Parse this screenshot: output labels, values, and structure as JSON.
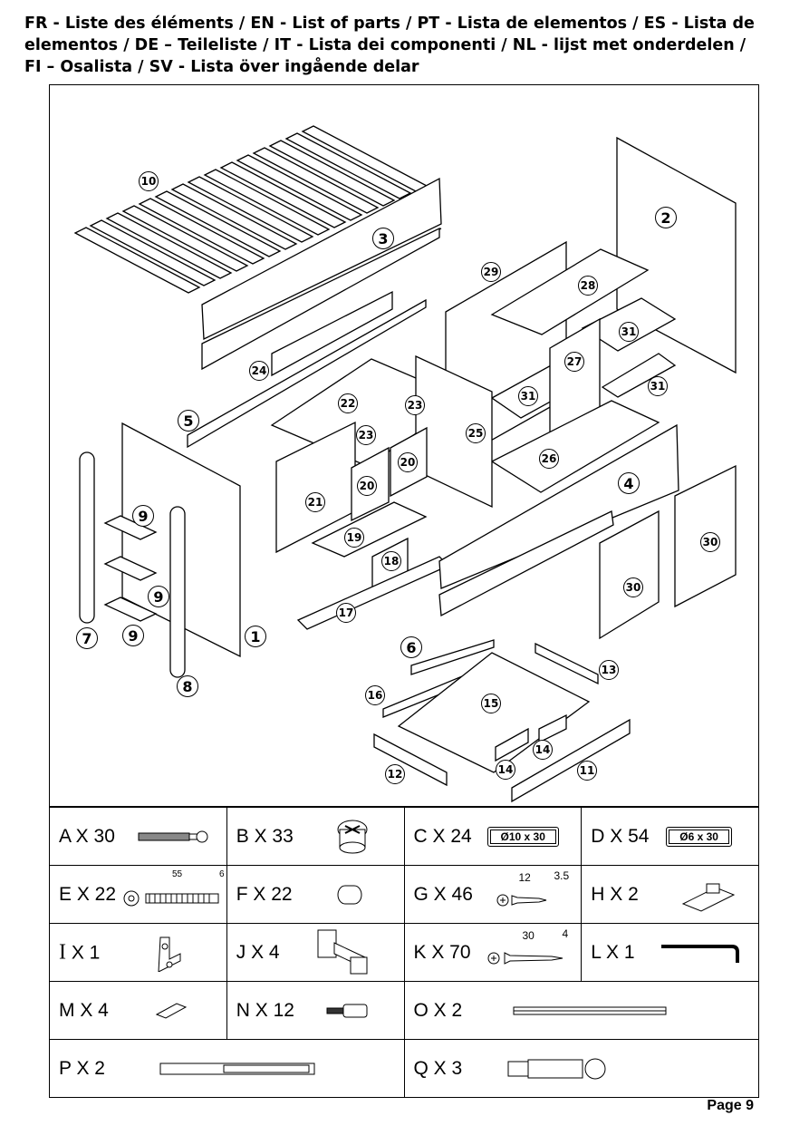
{
  "title": "FR - Liste des éléments / EN - List of parts / PT - Lista de elementos / ES - Lista de elementos / DE – Teileliste / IT - Lista dei componenti / NL - lijst met onderdelen / FI – Osalista / SV - Lista över ingående delar",
  "part_numbers": {
    "p1": "1",
    "p2": "2",
    "p3": "3",
    "p4": "4",
    "p5": "5",
    "p6": "6",
    "p7": "7",
    "p8": "8",
    "p9a": "9",
    "p9b": "9",
    "p9c": "9",
    "p10": "10",
    "p11": "11",
    "p12": "12",
    "p13": "13",
    "p14a": "14",
    "p14b": "14",
    "p15": "15",
    "p16": "16",
    "p17": "17",
    "p18": "18",
    "p19": "19",
    "p20a": "20",
    "p20b": "20",
    "p21": "21",
    "p22": "22",
    "p23a": "23",
    "p23b": "23",
    "p24": "24",
    "p25": "25",
    "p26": "26",
    "p27": "27",
    "p28": "28",
    "p29": "29",
    "p30a": "30",
    "p30b": "30",
    "p31a": "31",
    "p31b": "31",
    "p31c": "31"
  },
  "hardware": {
    "A": {
      "label": "A X 30"
    },
    "B": {
      "label": "B X 33"
    },
    "C": {
      "label": "C X 24",
      "size": "Ø10 x 30"
    },
    "D": {
      "label": "D X 54",
      "size": "Ø6 x 30"
    },
    "E": {
      "label": "E X 22",
      "length": "55",
      "dia": "6"
    },
    "F": {
      "label": "F X 22"
    },
    "G": {
      "label": "G X 46",
      "length": "12",
      "dia": "3.5"
    },
    "H": {
      "label": "H X 2"
    },
    "I": {
      "letter": "I",
      "count": "X 1"
    },
    "J": {
      "label": "J X 4"
    },
    "K": {
      "label": "K X 70",
      "length": "30",
      "dia": "4"
    },
    "L": {
      "label": "L X 1"
    },
    "M": {
      "label": "M X 4"
    },
    "N": {
      "label": "N X 12"
    },
    "O": {
      "label": "O X 2"
    },
    "P": {
      "label": "P X 2"
    },
    "Q": {
      "label": "Q X 3"
    }
  },
  "footer": {
    "page": "Page 9"
  }
}
